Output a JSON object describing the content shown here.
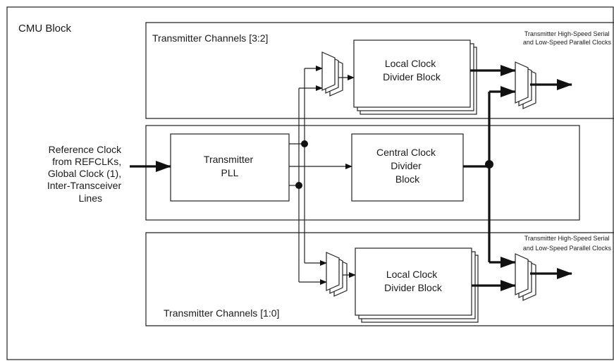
{
  "cmu_block_label": "CMU Block",
  "tx_channels_top": "Transmitter Channels [3:2]",
  "tx_channels_bottom": "Transmitter Channels [1:0]",
  "ref_clock": [
    "Reference Clock",
    "from REFCLKs,",
    "Global Clock (1),",
    "Inter-Transceiver",
    "Lines"
  ],
  "tx_pll": [
    "Transmitter",
    "PLL"
  ],
  "central_divider": [
    "Central Clock",
    "Divider",
    "Block"
  ],
  "local_divider_top": [
    "Local Clock",
    "Divider Block"
  ],
  "local_divider_bottom": [
    "Local Clock",
    "Divider Block"
  ],
  "clock_note_top": [
    "Transmitter High-Speed Serial",
    "and Low-Speed Parallel Clocks"
  ],
  "clock_note_bottom": [
    "Transmitter High-Speed Serial",
    "and Low-Speed Parallel Clocks"
  ]
}
